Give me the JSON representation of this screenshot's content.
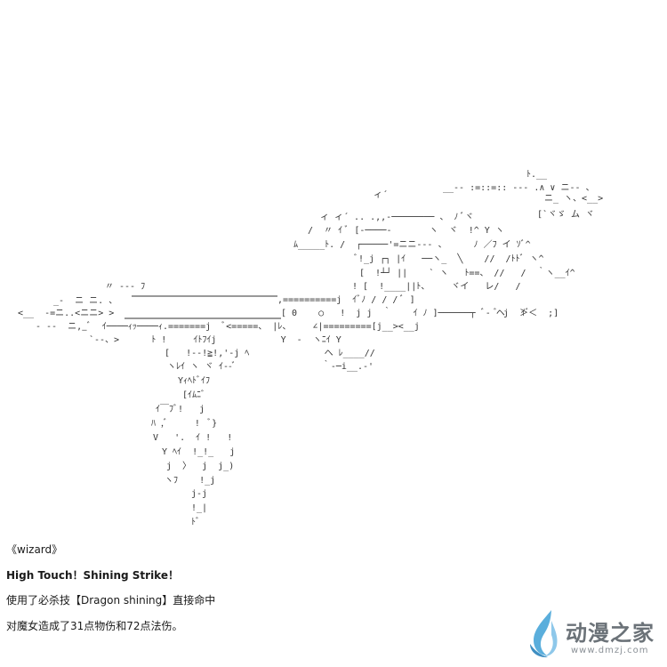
{
  "story": {
    "speaker": "《wizard》",
    "attack_line": "High Touch！Shining Strike！",
    "skill_line": "使用了必杀技【Dragon shining】直接命中",
    "damage_line": "对魔女造成了31点物伤和72点法伤。"
  },
  "watermark": {
    "name": "动漫之家",
    "url": "www.dmzj.com",
    "color": "#6b7278",
    "accent": "#5aaedc"
  },
  "artwork": {
    "subject": "ascii-art-dragon-cannon"
  }
}
